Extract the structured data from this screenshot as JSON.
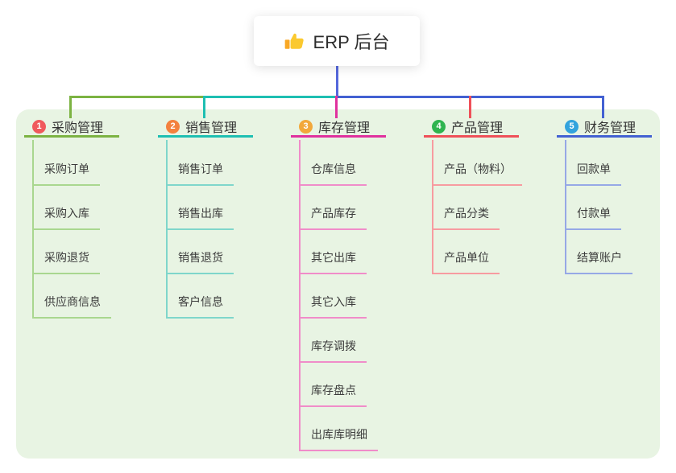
{
  "root": {
    "title": "ERP 后台",
    "icon": "thumbs-up"
  },
  "palette": {
    "root_line": "#5568DC",
    "panel_bg": "#E8F4E3",
    "thumb_yellow": "#FBC92F"
  },
  "branches": [
    {
      "number": "1",
      "label": "采购管理",
      "badge_color": "#F0595C",
      "line_color": "#7CB342",
      "item_line_color": "#A9D78F",
      "items": [
        "采购订单",
        "采购入库",
        "采购退货",
        "供应商信息"
      ]
    },
    {
      "number": "2",
      "label": "销售管理",
      "badge_color": "#F3813E",
      "line_color": "#1EBFB2",
      "item_line_color": "#7FD6CB",
      "items": [
        "销售订单",
        "销售出库",
        "销售退货",
        "客户信息"
      ]
    },
    {
      "number": "3",
      "label": "库存管理",
      "badge_color": "#F2A83B",
      "line_color": "#E0319E",
      "item_line_color": "#F08CC9",
      "items": [
        "仓库信息",
        "产品库存",
        "其它出库",
        "其它入库",
        "库存调拨",
        "库存盘点",
        "出库库明细"
      ]
    },
    {
      "number": "4",
      "label": "产品管理",
      "badge_color": "#2FB44F",
      "line_color": "#EF5059",
      "item_line_color": "#F79BA0",
      "items": [
        "产品（物料）",
        "产品分类",
        "产品单位"
      ]
    },
    {
      "number": "5",
      "label": "财务管理",
      "badge_color": "#32A3DD",
      "line_color": "#4361D2",
      "item_line_color": "#96A8E6",
      "items": [
        "回款单",
        "付款单",
        "结算账户"
      ]
    }
  ]
}
